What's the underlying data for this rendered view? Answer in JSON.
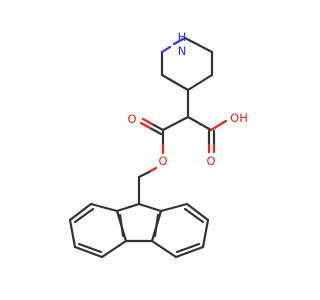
{
  "structure": {
    "atoms": {
      "piperidine_n": {
        "text": "H",
        "sub": "N",
        "color": "#2a2ff0"
      },
      "acid_oh": {
        "text": "OH",
        "color": "#e8211a"
      },
      "acid_carbonyl_o": {
        "text": "O",
        "color": "#e8211a"
      },
      "ester_carbonyl_o": {
        "text": "O",
        "color": "#e8211a"
      },
      "ester_o": {
        "text": "O",
        "color": "#e8211a"
      }
    },
    "bond_color": "#333333"
  }
}
